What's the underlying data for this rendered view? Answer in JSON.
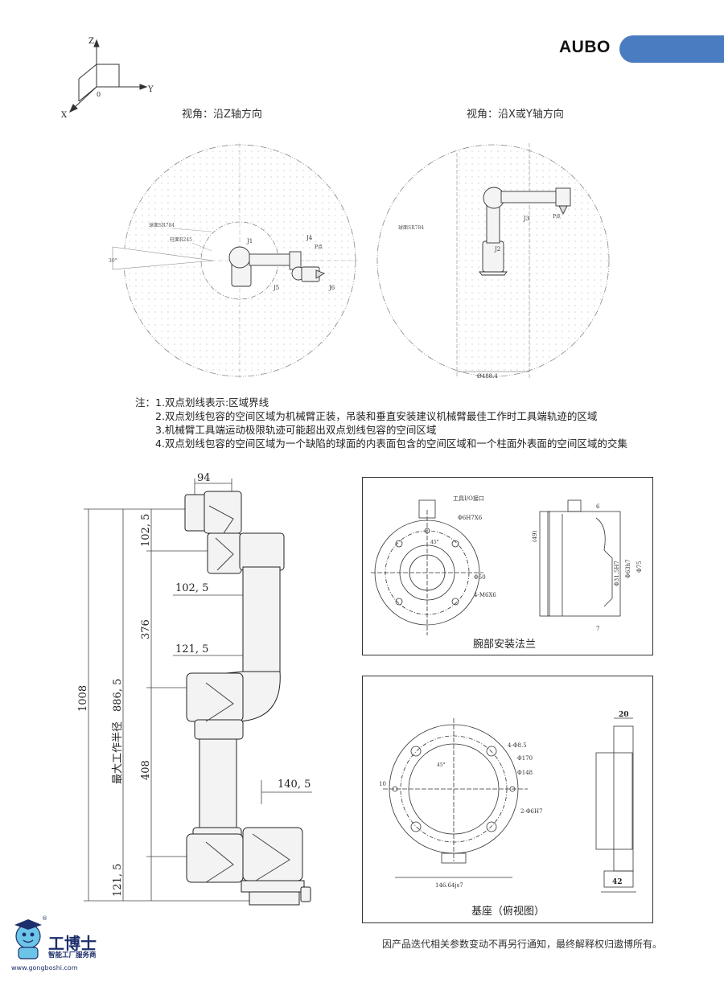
{
  "brand": {
    "name": "AUBO",
    "bar_color": "#4a7cc1"
  },
  "axes": {
    "z": "Z",
    "y": "Y",
    "x": "X",
    "origin": "0"
  },
  "views": {
    "top": {
      "title": "视角：沿Z轴方向",
      "sphere_label": "球面SR784",
      "cyl_label": "柱面R245",
      "angle": "30°",
      "j1": "J1",
      "j4": "J4",
      "j5": "J5",
      "j6": "J6",
      "p": "P点"
    },
    "side": {
      "title": "视角：沿X或Y轴方向",
      "sphere_label": "球面SR784",
      "j2": "J2",
      "j3": "J3",
      "p": "P点",
      "dia": "Ø488.4"
    }
  },
  "notes": {
    "prefix": "注：",
    "items": [
      "1.双点划线表示:区域界线",
      "2.双点划线包容的空间区域为机械臂正装，吊装和垂直安装建议机械臂最佳工作时工具端轨迹的区域",
      "3.机械臂工具端运动极限轨迹可能超出双点划线包容的空间区域",
      "4.双点划线包容的空间区域为一个缺陷的球面的内表面包含的空间区域和一个柱面外表面的空间区域的交集"
    ]
  },
  "arm_dims": {
    "d94": "94",
    "d102_5_v": "102, 5",
    "d102_5_h": "102, 5",
    "d376": "376",
    "d121_5_h": "121, 5",
    "d1008": "1008",
    "reach": "最大工作半径",
    "d886_5": "886, 5",
    "d408": "408",
    "d140_5": "140, 5",
    "d121_5_v": "121, 5"
  },
  "flange": {
    "caption": "腕部安装法兰",
    "io": "工具I/O接口",
    "hole1": "Φ6H7X6",
    "d50": "Φ50",
    "m6": "4-M6X6",
    "d49": "(49)",
    "d6": "6",
    "d31": "Φ31.5H7",
    "d63": "Φ63h7",
    "d75": "Φ75",
    "d7": "7",
    "ang": "45°"
  },
  "base": {
    "caption": "基座（俯视图）",
    "holes": "4-Φ8.5",
    "d170": "Φ170",
    "d148": "Φ148",
    "pin": "2-Φ6H7",
    "d10": "10",
    "ang": "45°",
    "d146": "146.64js7",
    "d20": "20",
    "d42": "42"
  },
  "footer": {
    "disclaimer": "因产品迭代相关参数变动不再另行通知，最终解释权归遨博所有。",
    "logo_cn": "工博士",
    "logo_sub": "智能工厂服务商",
    "logo_url": "www.gongboshi.com",
    "reg": "®"
  }
}
